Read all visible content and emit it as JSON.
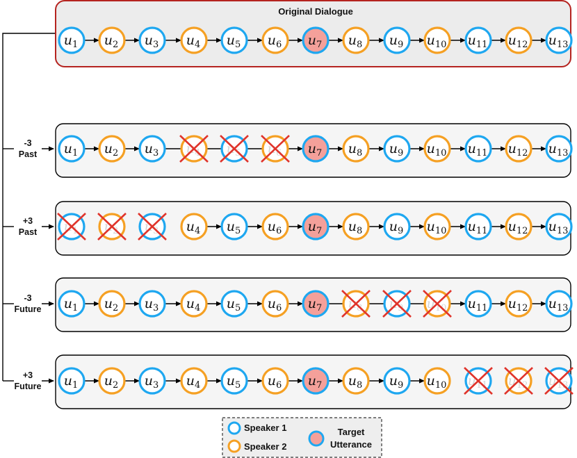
{
  "title": "Original Dialogue",
  "colors": {
    "speaker1": "#1ea7f0",
    "speaker2": "#f5a023",
    "target_fill": "#f4a09a",
    "original_border": "#b5231f",
    "original_fill": "#ececec",
    "cross": "#e0342b"
  },
  "rows": [
    {
      "label_line1": "",
      "label_line2": "",
      "removed": []
    },
    {
      "label_line1": "-3",
      "label_line2": "Past",
      "removed": [
        4,
        5,
        6
      ]
    },
    {
      "label_line1": "+3",
      "label_line2": "Past",
      "removed": [
        1,
        2,
        3
      ]
    },
    {
      "label_line1": "-3",
      "label_line2": "Future",
      "removed": [
        8,
        9,
        10
      ]
    },
    {
      "label_line1": "+3",
      "label_line2": "Future",
      "removed": [
        11,
        12,
        13
      ]
    }
  ],
  "utterances": [
    {
      "base": "u",
      "sub": "1",
      "speaker": 1
    },
    {
      "base": "u",
      "sub": "2",
      "speaker": 2
    },
    {
      "base": "u",
      "sub": "3",
      "speaker": 1
    },
    {
      "base": "u",
      "sub": "4",
      "speaker": 2
    },
    {
      "base": "u",
      "sub": "5",
      "speaker": 1
    },
    {
      "base": "u",
      "sub": "6",
      "speaker": 2
    },
    {
      "base": "u",
      "sub": "7",
      "speaker": 1,
      "target": true
    },
    {
      "base": "u",
      "sub": "8",
      "speaker": 2
    },
    {
      "base": "u",
      "sub": "9",
      "speaker": 1
    },
    {
      "base": "u",
      "sub": "10",
      "speaker": 2
    },
    {
      "base": "u",
      "sub": "11",
      "speaker": 1
    },
    {
      "base": "u",
      "sub": "12",
      "speaker": 2
    },
    {
      "base": "u",
      "sub": "13",
      "speaker": 1
    }
  ],
  "legend": {
    "speaker1": "Speaker 1",
    "speaker2": "Speaker 2",
    "target_line1": "Target",
    "target_line2": "Utterance"
  }
}
